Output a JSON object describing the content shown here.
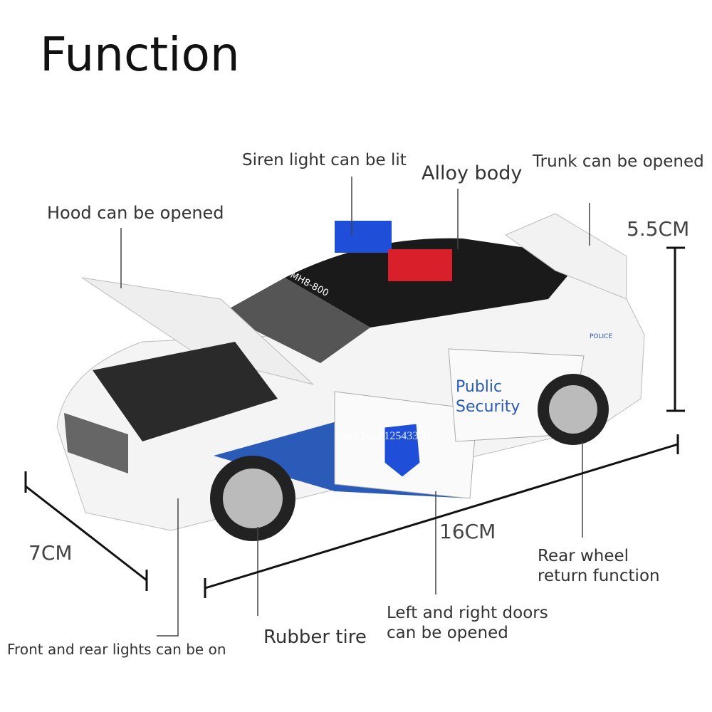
{
  "title": "Function",
  "labels": {
    "siren": "Siren light can be lit",
    "alloy": "Alloy body",
    "trunk": "Trunk can be opened",
    "hood": "Hood can be opened",
    "rear_wheel_1": "Rear wheel",
    "rear_wheel_2": "return function",
    "doors_1": "Left and right doors",
    "doors_2": "can be opened",
    "tire": "Rubber tire",
    "lights": "Front and rear lights can be on"
  },
  "dimensions": {
    "height": "5.5CM",
    "length": "16CM",
    "width": "7CM"
  },
  "car_text": {
    "door_1": "Public",
    "door_2": "Security",
    "rear": "POLICE",
    "roof": "MH8-800"
  },
  "watermark": "Store No.912543300",
  "colors": {
    "car_body": "#ffffff",
    "stripe": "#2a5bb8",
    "roof": "#1a1a1a",
    "siren_blue": "#1f4fd8",
    "siren_red": "#d81f2a"
  }
}
